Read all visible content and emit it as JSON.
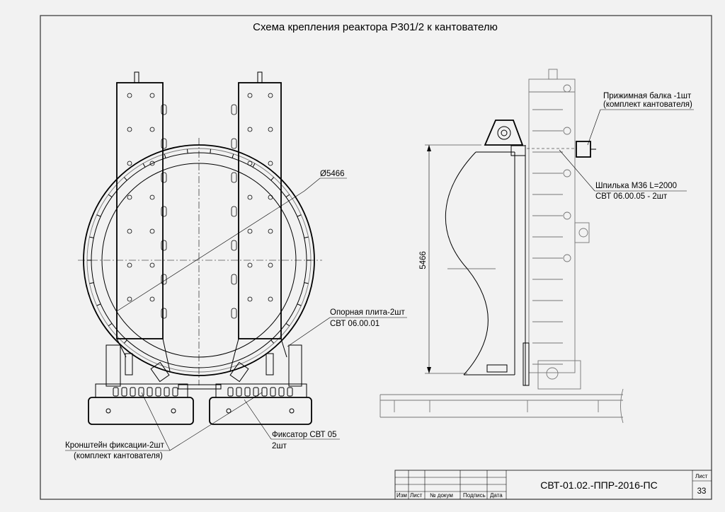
{
  "sheet_title": "Схема крепления реактора Р301/2 к кантователю",
  "callouts": {
    "diameter": "Ø5466",
    "dimension_height": "5466",
    "support_plate_line1": "Опорная плита-2шт",
    "support_plate_line2": "СВТ 06.00.01",
    "bracket_line1": "Кронштейн фиксации-2шт",
    "bracket_line2": "(комплект кантователя)",
    "fixator_line1": "Фиксатор СВТ 05",
    "fixator_line2": "2шт",
    "clamp_beam_line1": "Прижимная балка -1шт",
    "clamp_beam_line2": "(комплект кантователя)",
    "stud_line1": "Шпилька М36 L=2000",
    "stud_line2": "СВТ 06.00.05 - 2шт"
  },
  "title_block": {
    "columns": [
      "Изм",
      "Лист",
      "№ докум",
      "Подпись",
      "Дата"
    ],
    "document_code": "СВТ-01.02.-ППР-2016-ПС",
    "sheet_label": "Лист",
    "sheet_number": "33"
  }
}
